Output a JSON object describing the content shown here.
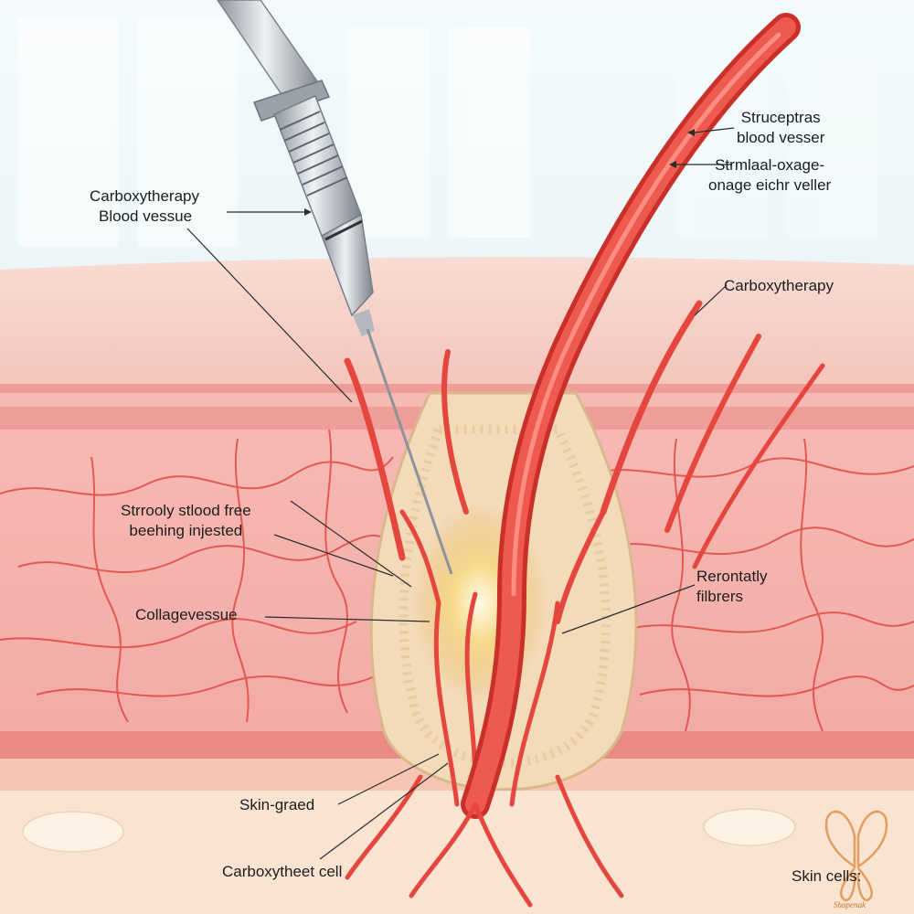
{
  "labels": {
    "carboxy_blood": [
      "Carboxytherapy",
      "Blood vessue"
    ],
    "structure_blood": [
      "Struceptras",
      "blood vesser"
    ],
    "stromal": [
      "Strmlaal-oxage-",
      "onage eichr veller"
    ],
    "carboxy_right": "Carboxytherapy",
    "strooly": [
      "Strrooly stlood free",
      "beehing injested"
    ],
    "collage": "Collagevessue",
    "rerontaly": [
      "Rerontatly",
      "filbrers"
    ],
    "skin_graed": "Skin-graed",
    "carboxy_cell": "Carboxytheet cell",
    "skin_cells": "Skin cells:"
  },
  "watermark": {
    "text": "Shapenak",
    "icon": "butterfly-icon",
    "color": "#e2914a"
  },
  "colors": {
    "skin": "#f6b9b4",
    "vessel": "#e5463e",
    "collagen": "#f3dbba",
    "background": "#eaf4f7"
  }
}
